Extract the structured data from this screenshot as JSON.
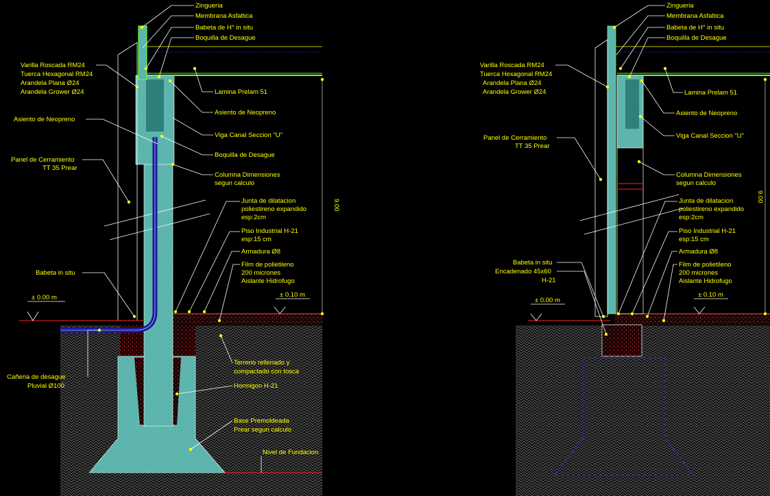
{
  "colors": {
    "background": "#000000",
    "label": "#ffff00",
    "concrete": "#5fb8b0",
    "concrete_dark": "#2f7f7a",
    "membrane": "#66ff33",
    "pipe": "#1a1aa0",
    "soil": "#444444",
    "fill_dots": "#ff2020",
    "level_line": "#ff2020"
  },
  "left_detail": {
    "labels_right": [
      "Zingueria",
      "Membrana Asfaltica",
      "Babeta de H° in situ",
      "Boquilla de Desague",
      "Lamina Prelam 51",
      "Asiento de Neopreno",
      "Viga Canal Seccion \"U\"",
      "Boquilla de Desague",
      "Columna Dimensiones",
      "segun calculo",
      "Junta de dilatacion",
      "poliestireno expandido",
      "esp:2cm",
      "Piso Industrial H-21",
      "esp:15 cm",
      "Armadura Ø8",
      "Film de polietileno",
      "200 micrones",
      "Aislante Hidrofugo",
      "Terreno rellenado y",
      "compactado con tosca",
      "Hormigon H-21",
      "Base Premoldeada",
      "Prear segun calculo",
      "Nivel de Fundacion"
    ],
    "labels_left": [
      "Varilla Roscada RM24",
      "Tuerca Hexagonal RM24",
      "Arandela Plana Ø24",
      "Arandela Grower Ø24",
      "Asiento de Neopreno",
      "Panel de Cerramiento",
      "TT 35 Prear",
      "Babeta in situ",
      "Cañeria de desague",
      "Pluvial Ø100"
    ],
    "level_00": "± 0.00 m",
    "level_10": "± 0.10 m",
    "height_dim": "9.00"
  },
  "right_detail": {
    "labels_right": [
      "Zingueria",
      "Membrana Asfaltica",
      "Babeta de H° in situ",
      "Boquilla de Desague",
      "Lamina Prelam 51",
      "Asiento de Neopreno",
      "Viga Canal Seccion \"U\"",
      "Columna Dimensiones",
      "segun calculo",
      "Junta de dilatacion",
      "poliestireno expandido",
      "esp:2cm",
      "Piso Industrial H-21",
      "esp:15 cm",
      "Armadura Ø8",
      "Film de polietileno",
      "200 micrones",
      "Aislante Hidrofugo"
    ],
    "labels_left": [
      "Varilla Roscada RM24",
      "Tuerca Hexagonal RM24",
      "Arandela Plana Ø24",
      "Arandela Grower Ø24",
      "Panel de Cerramiento",
      "TT 35 Prear",
      "Babeta in situ",
      "Encadenado 45x60",
      "H-21"
    ],
    "level_00": "± 0.00 m",
    "level_10": "± 0.10 m",
    "height_dim": "9.00"
  }
}
